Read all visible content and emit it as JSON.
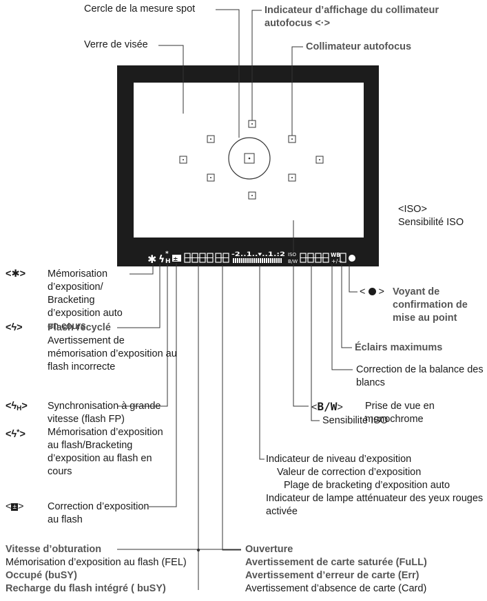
{
  "callouts": {
    "spot_circle": "Cercle de la mesure spot",
    "af_point_indicator": "Indicateur d’affichage du collimateur autofocus <·>",
    "af_point": "Collimateur autofocus",
    "focusing_screen": "Verre de visée",
    "iso_symbol": "<ISO>",
    "iso_sensitivity": "Sensibilité ISO",
    "ae_lock": "Mémorisation d’exposition/ Bracketing d’exposition auto en cours",
    "flash_ready": "Flash recyclé",
    "flash_ready_warning": "Avertissement de mémorisation d’exposition au flash incorrecte",
    "high_speed_sync": "Synchronisation à grande vitesse (flash FP)",
    "fe_lock": "Mémorisation d’exposition au flash/Bracketing d’exposition au flash en cours",
    "flash_comp": "Correction d’exposition au flash",
    "focus_confirm": "Voyant de confirmation de mise au point",
    "max_burst": "Éclairs maximums",
    "wb_correction": "Correction de la balance des blancs",
    "iso_sensitivity_2": "Sensibilité ISO",
    "bw": "Prise de vue en monochrome",
    "exposure_level": "Indicateur de niveau d’exposition",
    "exposure_comp": "Valeur de correction d’exposition",
    "aeb_range": "Plage de bracketing d’exposition auto",
    "red_eye": "Indicateur de lampe atténuateur des yeux rouges activée",
    "aperture": "Ouverture",
    "shutter_speed": "Vitesse d’obturation",
    "fel": "Mémorisation d’exposition au flash (FEL)",
    "busy": "Occupé (buSY)",
    "flash_recharge": "Recharge du flash intégré ( buSY)",
    "card_full": "Avertissement de carte saturée (FuLL)",
    "card_error": "Avertissement d’erreur de carte (Err)",
    "no_card": "Avertissement d’absence de carte (Card)"
  },
  "lcd": {
    "iso": "ISO",
    "wb": "WB",
    "scale": "-2..1..▾..1.:2",
    "bw": "B/W"
  },
  "colors": {
    "frame": "#1c1c1c",
    "label_bold": "#555555",
    "line": "#333333"
  }
}
